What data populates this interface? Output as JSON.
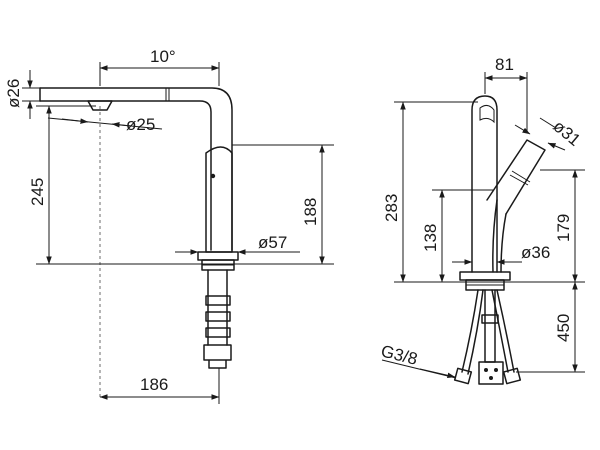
{
  "front_view": {
    "angle_label": "10°",
    "spout_diameter_label": "ø26",
    "aerator_diameter_label": "ø25",
    "spout_height_label": "245",
    "body_height_label": "188",
    "base_diameter_label": "ø57",
    "reach_label": "186"
  },
  "side_view": {
    "offset_label": "81",
    "spray_diameter_label": "ø31",
    "total_height_label": "283",
    "lever_height_label": "179",
    "column_height_label": "138",
    "column_diameter_label": "ø36",
    "hose_length_label": "450",
    "thread_label": "G3/8"
  }
}
